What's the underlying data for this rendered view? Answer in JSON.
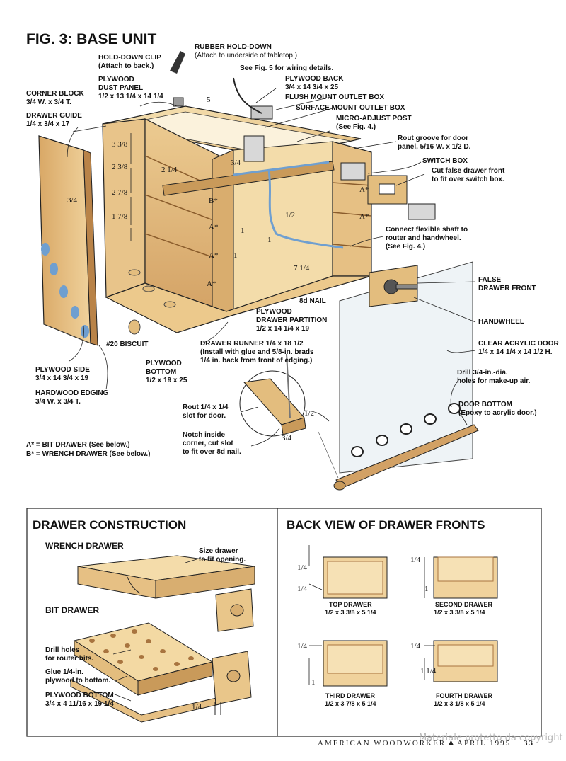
{
  "fig3": {
    "title": "FIG. 3: BASE UNIT",
    "labels": {
      "rubber_holddown": [
        "RUBBER HOLD-DOWN",
        "(Attach to underside of tabletop.)"
      ],
      "holddown_clip": [
        "HOLD-DOWN CLIP",
        "(Attach to back.)"
      ],
      "wiring_note": "See Fig. 5 for wiring details.",
      "dust_panel": [
        "PLYWOOD",
        "DUST PANEL",
        "1/2 x 13 1/4 x 14 1/4"
      ],
      "plywood_back": [
        "PLYWOOD BACK",
        "3/4 x 14 3/4 x 25"
      ],
      "flush_box": "FLUSH MOUNT OUTLET BOX",
      "surface_box": "SURFACE MOUNT OUTLET BOX",
      "micro_adjust": [
        "MICRO-ADJUST POST",
        "(See Fig. 4.)"
      ],
      "rout_groove": [
        "Rout groove for door",
        "panel, 5/16 W. x 1/2 D."
      ],
      "switch_box": "SWITCH BOX",
      "cut_false": [
        "Cut false drawer front",
        "to fit over switch box."
      ],
      "corner_block": [
        "CORNER BLOCK",
        "3/4 W. x 3/4 T."
      ],
      "drawer_guide": [
        "DRAWER GUIDE",
        "1/4 x 3/4 x 17"
      ],
      "connect_shaft": [
        "Connect flexible shaft to",
        "router and handwheel.",
        "(See Fig. 4.)"
      ],
      "false_front": [
        "FALSE",
        "DRAWER FRONT"
      ],
      "nail_8d": "8d NAIL",
      "partition": [
        "PLYWOOD",
        "DRAWER PARTITION",
        "1/2 x 14 1/4 x 19"
      ],
      "handwheel": "HANDWHEEL",
      "biscuit": "#20 BISCUIT",
      "runner": [
        "DRAWER RUNNER 1/4 x 18 1/2",
        "(Install with glue and 5/8-in. brads",
        "1/4 in. back from front of edging.)"
      ],
      "acrylic_door": [
        "CLEAR ACRYLIC DOOR",
        "1/4 x 14 1/4 x 14 1/2 H."
      ],
      "plywood_side": [
        "PLYWOOD SIDE",
        "3/4 x 14 3/4 x 19"
      ],
      "plywood_bottom": [
        "PLYWOOD",
        "BOTTOM",
        "1/2 x 19 x 25"
      ],
      "drill_holes": [
        "Drill 3/4-in.-dia.",
        "holes for make-up air."
      ],
      "hardwood_edging": [
        "HARDWOOD EDGING",
        "3/4 W. x 3/4 T."
      ],
      "rout_slot": [
        "Rout 1/4 x 1/4",
        "slot for door."
      ],
      "door_bottom": [
        "DOOR BOTTOM",
        "(Epoxy to acrylic door.)"
      ],
      "notch": [
        "Notch inside",
        "corner, cut slot",
        "to fit over 8d nail."
      ],
      "bit_drawer_key": "A* = BIT DRAWER (See below.)",
      "wrench_drawer_key": "B* = WRENCH DRAWER (See below.)"
    },
    "dims": {
      "d33": "3 3/8",
      "d23a": "2 3/8",
      "d27": "2 7/8",
      "d17": "1 7/8",
      "d214": "2 1/4",
      "d34": "3/4",
      "d1a": "1",
      "d1b": "1",
      "d1c": "1",
      "d12": "1/2",
      "d714": "7 1/4",
      "d5": "5",
      "d34b": "3/4",
      "slot12": "1/2",
      "slot34": "3/4",
      "bstar": "B*",
      "astar1": "A*",
      "astar2": "A*",
      "astar3": "A*",
      "astar4": "A*",
      "astar5": "A*"
    }
  },
  "drawer_construction": {
    "title": "DRAWER CONSTRUCTION",
    "wrench_title": "WRENCH DRAWER",
    "size_note": [
      "Size drawer",
      "to fit opening."
    ],
    "bit_title": "BIT DRAWER",
    "drill_note": [
      "Drill holes",
      "for router bits."
    ],
    "glue_note": [
      "Glue 1/4-in.",
      "plywood to bottom."
    ],
    "bottom_note": [
      "PLYWOOD BOTTOM",
      "3/4 x 4 11/16 x 19 1/4"
    ],
    "dim_14": "1/4"
  },
  "back_view": {
    "title": "BACK VIEW OF DRAWER FRONTS",
    "drawers": [
      {
        "name": "TOP DRAWER",
        "size": "1/2 x 3 3/8 x 5 1/4",
        "dims": [
          "1/4",
          "1/4"
        ]
      },
      {
        "name": "SECOND DRAWER",
        "size": "1/2 x 3 3/8 x 5 1/4",
        "dims": [
          "1/4",
          "1"
        ]
      },
      {
        "name": "THIRD DRAWER",
        "size": "1/2 x 3 7/8 x 5 1/4",
        "dims": [
          "1/4",
          "1"
        ]
      },
      {
        "name": "FOURTH DRAWER",
        "size": "1/2 x 3 1/8 x 5 1/4",
        "dims": [
          "1/4",
          "1 1/4"
        ]
      }
    ]
  },
  "footer": {
    "magazine": "AMERICAN WOODWORKER",
    "issue": "APRIL 1995",
    "page": "33",
    "watermark": "Materiale protetto da copyright"
  },
  "colors": {
    "wood_light": "#f2d9a6",
    "wood_mid": "#e3bd7e",
    "wood_dark": "#c99a5a",
    "wood_edge": "#a8743f",
    "acrylic": "#eef3f6",
    "line": "#222222"
  }
}
